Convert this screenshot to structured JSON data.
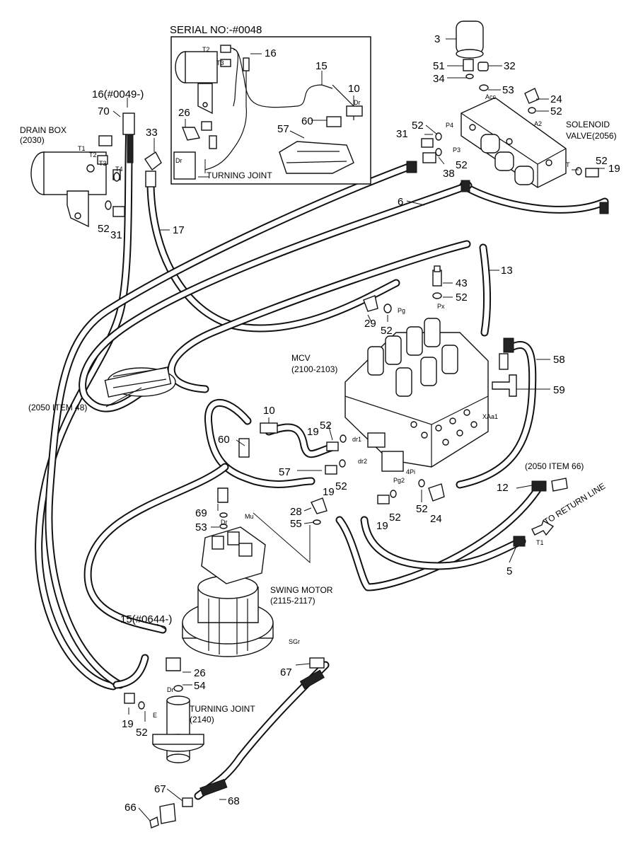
{
  "inset": {
    "title": "SERIAL NO:-#0048"
  },
  "components": {
    "drain_box": {
      "name": "DRAIN BOX",
      "code": "(2030)"
    },
    "solenoid_valve": {
      "name": "SOLENOID",
      "name2": "VALVE(2056)"
    },
    "mcv": {
      "name": "MCV",
      "code": "(2100-2103)"
    },
    "swing_motor": {
      "name": "SWING MOTOR",
      "code": "(2115-2117)"
    },
    "turning_joint_main": {
      "name": "TURNING JOINT",
      "code": "(2140)"
    },
    "turning_joint_inset": {
      "name": "TURNING JOINT"
    }
  },
  "refs": {
    "item48": "(2050 ITEM 48)",
    "item66": "(2050 ITEM 66)",
    "return_line": "TO RETURN LINE",
    "t1_return": "T1"
  },
  "part_numbers": {
    "p3": "3",
    "p51": "51",
    "p32": "32",
    "p34": "34",
    "p53_top": "53",
    "p24_top": "24",
    "p52_sol": "52",
    "p52_p4": "52",
    "p31_sol": "31",
    "p52_p3": "52",
    "p38": "38",
    "p52_t": "52",
    "p19_sol": "19",
    "p6": "6",
    "p16_ins": "16",
    "p15_ins": "15",
    "p10_ins": "10",
    "p26_ins": "26",
    "p60_ins": "60",
    "p57_ins": "57",
    "p16_main": "16(#0049-)",
    "p70": "70",
    "p33": "33",
    "p52_drain": "52",
    "p31_drain": "31",
    "p17": "17",
    "p13": "13",
    "p43": "43",
    "p52_43": "52",
    "p29": "29",
    "p52_pg": "52",
    "p58": "58",
    "p59": "59",
    "p10_main": "10",
    "p60_main": "60",
    "p19_dr1": "19",
    "p52_dr1": "52",
    "p57_main": "57",
    "p19_dr2": "19",
    "p52_dr2": "52",
    "p69": "69",
    "p53_sm": "53",
    "p28": "28",
    "p55": "55",
    "p52_pg2": "52",
    "p24_mid": "24",
    "p19_mid": "19",
    "p52_mid": "52",
    "p12": "12",
    "p5": "5",
    "p15_main": "15(#0644-)",
    "p26_main": "26",
    "p54": "54",
    "p67_r": "67",
    "p19_bot": "19",
    "p52_bot": "52",
    "p67_b": "67",
    "p68": "68",
    "p66": "66"
  },
  "port_labels": {
    "acc": "Acc",
    "a2": "A2",
    "p4": "P4",
    "p3": "P3",
    "t": "T",
    "t1": "T1",
    "t2": "T2",
    "t3": "T3",
    "t4": "T4",
    "pg": "Pg",
    "px": "Px",
    "xaa1": "XAa1",
    "dr1": "dr1",
    "dr2": "dr2",
    "pg2": "Pg2",
    "pi": "4Pi",
    "mu": "Mu",
    "dr_sm": "Dr",
    "sgr": "SGr",
    "dr_tj": "Dr",
    "e_tj": "E",
    "dr_ins": "Dr",
    "dr_ins2": "Dr",
    "t2_ins": "T2",
    "t3_ins": "T3"
  }
}
